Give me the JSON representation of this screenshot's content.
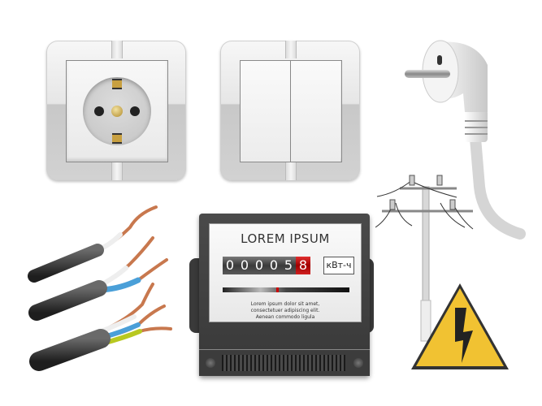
{
  "illustration": {
    "subject": "electrical equipment icon set",
    "items": [
      {
        "name": "wall-socket",
        "label": "Schuko power socket"
      },
      {
        "name": "double-light-switch",
        "label": "Double rocker switch"
      },
      {
        "name": "power-plug",
        "label": "Angled plug with cable"
      },
      {
        "name": "power-line-pole",
        "label": "Utility pole with insulators"
      },
      {
        "name": "electric-cables",
        "label": "Three stripped cables"
      },
      {
        "name": "electric-meter",
        "label": "Electricity meter"
      },
      {
        "name": "high-voltage-sign",
        "label": "High voltage warning sign"
      }
    ]
  },
  "meter": {
    "title": "LOREM IPSUM",
    "digits": [
      "0",
      "0",
      "0",
      "0",
      "5",
      "8"
    ],
    "unit": "кВт-ч",
    "caption_line1": "Lorem ipsum dolor sit amet,",
    "caption_line2": "consectetuer adipiscing elit.",
    "caption_line3": "Aenean commodo ligula"
  },
  "colors": {
    "sign_yellow": "#f1c232",
    "meter_red_digit": "#c81818",
    "meter_body": "#3c3c3c",
    "copper": "#c8784e",
    "wire_blue": "#4a9fd8",
    "wire_yellow_green": "#b8c820"
  }
}
